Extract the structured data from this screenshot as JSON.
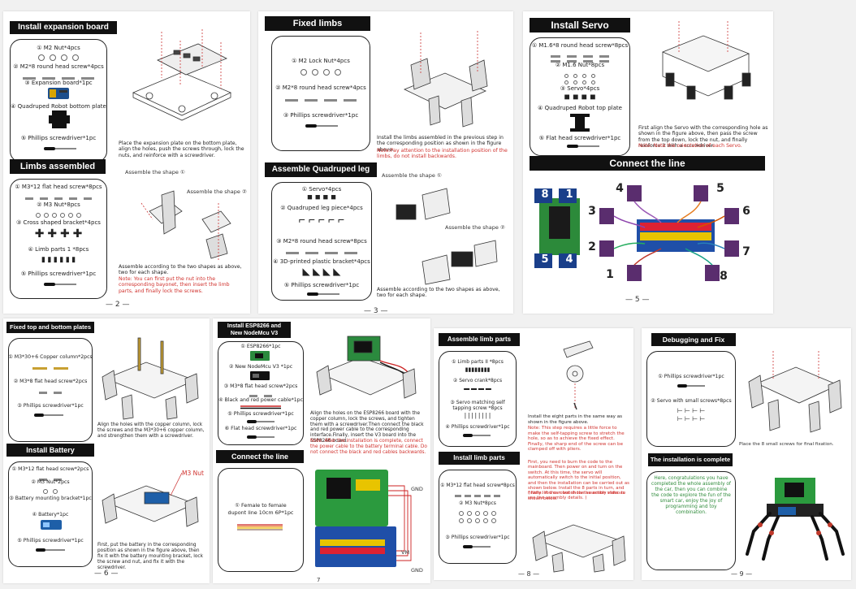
{
  "pages": {
    "p2": {
      "title1": "Install expansion board",
      "parts1": [
        "① M2 Nut*4pcs",
        "② M2*8 round head screw*4pcs",
        "③ Expansion board*1pc",
        "④ Quadruped Robot bottom plate",
        "⑤ Phillips screwdriver*1pc"
      ],
      "caption1": "Place the expansion plate on the bottom plate, align the holes, push the screws through, lock the nuts, and reinforce with a screwdriver.",
      "title2": "Limbs assembled",
      "parts2": [
        "① M3*12 flat head screw*8pcs",
        "② M3 Nut*8pcs",
        "③ Cross shaped bracket*4pcs",
        "④ Limb parts  1 *8pcs",
        "⑤ Phillips screwdriver*1pc"
      ],
      "shape1": "Assemble the shape ①",
      "shape2": "Assemble the shape ②",
      "caption2": "Assemble according to the two shapes as above, two for each shape.",
      "note2": "Note: You can first put the nut into the corresponding bayonet, then insert the limb parts, and finally lock the screws.",
      "page_num": "2"
    },
    "p3": {
      "title1": "Fixed limbs",
      "parts1": [
        "① M2 Lock Nut*4pcs",
        "② M2*8 round head screw*4pcs",
        "③ Phillips screwdriver*1pc"
      ],
      "caption1": "Install the limbs assembled in the previous step in the corresponding position as shown in the figure above.",
      "note1": "Note:Pay attention to the installation position of the limbs, do not install backwards.",
      "title2": "Assemble Quadruped leg",
      "parts2": [
        "① Servo*4pcs",
        "② Quadruped leg piece*4pcs",
        "③ M2*8 round head screw*8pcs",
        "④ 3D-printed plastic bracket*4pcs",
        "⑤ Phillips screwdriver*1pc"
      ],
      "shape1": "Assemble the shape ①",
      "shape2": "Assemble the shape ②",
      "caption2": "Assemble according to the two shapes as above, two for each shape.",
      "page_num": "3"
    },
    "p5": {
      "title1": "Install Servo",
      "parts1": [
        "① M1.6*8 round head screw*8pcs",
        "② M1.6 Nut*8pcs",
        "③ Servo*4pcs",
        "④ Quadruped Robot top plate",
        "⑤ Flat head screwdriver*1pc"
      ],
      "caption1": "First align the Servo with the corresponding hole as shown in the figure above, then pass the screw from the top down, lock the nut, and finally reinforce it with a screwdriver.",
      "note1": "Note: Note the orientation of each Servo.",
      "title2": "Connect the line",
      "numbers": [
        "1",
        "2",
        "3",
        "4",
        "5",
        "6",
        "7",
        "8"
      ],
      "page_num": "5"
    },
    "p6": {
      "title1": "Fixed top and bottom plates",
      "parts1": [
        "① M3*30+6 Copper column*2pcs",
        "② M3*8 flat head screw*2pcs",
        "③ Phillips screwdriver*1pc"
      ],
      "caption1": "Align the holes with the copper column, lock the screws and the M3*30+6 copper column, and strengthen them with a screwdriver.",
      "title2": "Install Battery",
      "parts2": [
        "① M3*12 flat head screw*2pcs",
        "② M3 Nut*2pcs",
        "③ Battery mounting bracket*1pc",
        "④ Battery*1pc",
        "⑤ Phillips screwdriver*1pc"
      ],
      "m3nut": "M3 Nut",
      "caption2": "First, put the battery in the corresponding position as shown in the figure above, then fix it with the battery mounting bracket, lock the screw and nut, and fix it with the screwdriver.",
      "page_num": "6"
    },
    "p7": {
      "title1a": "Install ESP8266 and",
      "title1b": "New NodeMcu V3",
      "parts1": [
        "① ESP8266*1pc",
        "② New NodeMcu V3 *1pc",
        "③ M3*8 flat head screw*2pcs",
        "④ Black and red power cable*1pc",
        "⑤ Phillips screwdriver*1pc",
        "⑥ Flat head screwdriver*1pc"
      ],
      "caption1": "Align the holes on the ESP8266 board with the copper column, lock the screws, and tighten them with a screwdriver.Then connect the black and red power cable to the corresponding interface.Finally, insert the V3 board into the ESP8266 board.",
      "note1": "Note: After the installation is complete, connect the power cable to the battery terminal cable. Do not connect the black and red cables backwards.",
      "title2": "Connect the line",
      "parts2": [
        "① Female to female",
        "dupont line 10cm 6P*1pc"
      ],
      "gnd": "GND",
      "vm": "VM",
      "page_num": "7"
    },
    "p8": {
      "title1": "Assemble limb parts",
      "parts1": [
        "① Limb parts  II *8pcs",
        "② Servo crank*8pcs",
        "③ Servo matching self",
        "tapping screw *8pcs",
        "④ Phillips screwdriver*1pc"
      ],
      "caption1": "Install the eight parts in the same way as shown in the figure above.",
      "note1": "Note: This step requires a little force to make the self-tapping screw to stretch the hole, so as to achieve the fixed effect. Finally, the sharp end of the screw can be clamped off with pliers.",
      "title2": "Install limb parts",
      "parts2": [
        "① M3*12 flat head screw*8pcs",
        "② M3 Nut*8pcs",
        "③ Phillips screwdriver*1pc"
      ],
      "note2": "First, you need to burn the code to the mainboard. Then power on and turn on the switch. At this time, the servo will automatically switch to the initial position, and then the installation can be carried out as shown below. Install the 8 parts in turn, and finally let the robot show the action state as shown below.",
      "note3": "( Note: You can watch the assembly video to see the assembly details. )",
      "page_num": "8"
    },
    "p9": {
      "title1": "Debugging and Fix",
      "parts1": [
        "① Phillips screwdriver*1pc",
        "② Servo with small screws*8pcs"
      ],
      "caption1": "Place the 8 small screws for final fixation.",
      "title2": "The installation is complete",
      "complete": "Here, congratulations you have completed the whole assembly of the car, then you can combine the code to explore the fun of the smart car, enjoy the joy of programming and toy combination.",
      "page_num": "9"
    }
  },
  "colors": {
    "title_bg": "#111111",
    "note": "#d0312d",
    "complete_text": "#2e8b3a"
  }
}
